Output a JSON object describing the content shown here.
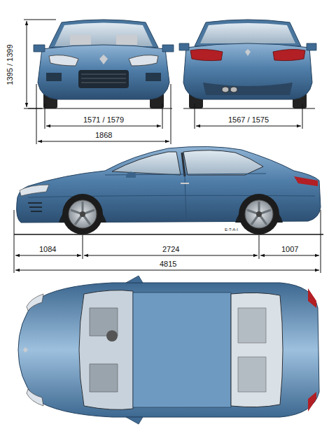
{
  "diagram": {
    "labels": [
      "1395 / 1399",
      "1571 / 1579",
      "1868",
      "1567 / 1575",
      "1084",
      "2724",
      "1007",
      "4815",
      "E-T-A-I"
    ]
  }
}
